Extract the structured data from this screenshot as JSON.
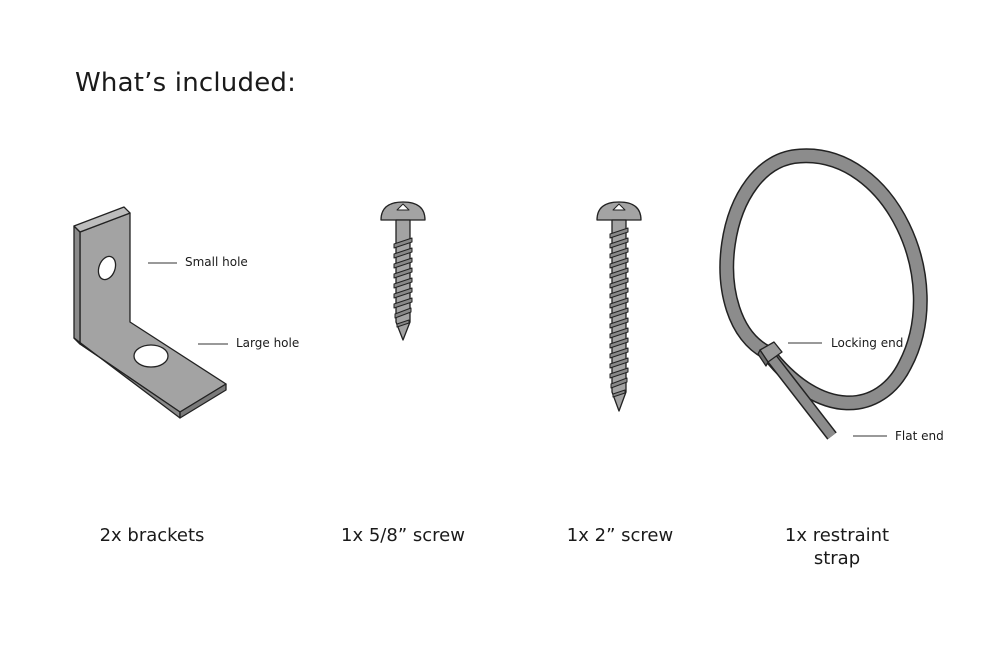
{
  "title": "What’s included:",
  "colors": {
    "metal": "#a3a3a3",
    "metal_dark": "#8a8a8a",
    "outline": "#222222",
    "strap": "#8c8c8c"
  },
  "items": [
    {
      "label": "2x brackets",
      "icon": "bracket-icon",
      "callouts": [
        "Small hole",
        "Large hole"
      ]
    },
    {
      "label": "1x 5/8” screw",
      "icon": "short-screw-icon",
      "callouts": []
    },
    {
      "label": "1x 2” screw",
      "icon": "long-screw-icon",
      "callouts": []
    },
    {
      "label": "1x restraint strap",
      "icon": "restraint-strap-icon",
      "callouts": [
        "Locking end",
        "Flat end"
      ]
    }
  ]
}
